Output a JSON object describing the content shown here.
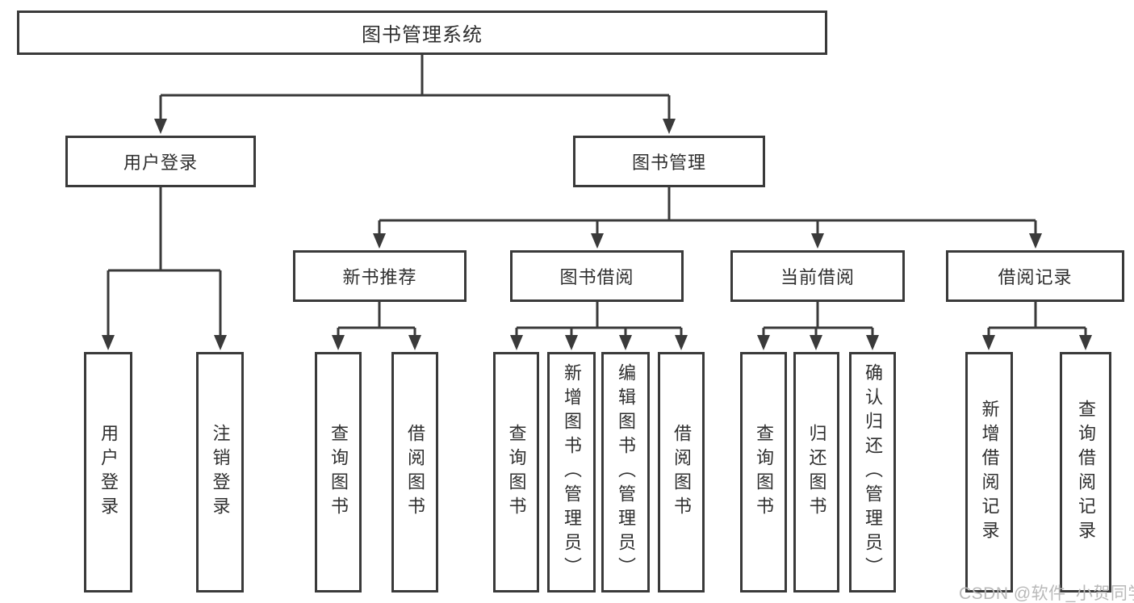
{
  "diagram": {
    "root": {
      "label": "图书管理系统"
    },
    "level2": {
      "user_login": {
        "label": "用户登录"
      },
      "book_mgmt": {
        "label": "图书管理"
      }
    },
    "level3": {
      "new_book_rec": {
        "label": "新书推荐"
      },
      "book_borrow": {
        "label": "图书借阅"
      },
      "current_borrow": {
        "label": "当前借阅"
      },
      "borrow_records": {
        "label": "借阅记录"
      }
    },
    "leaves": {
      "user_login": [
        "用户登录",
        "注销登录"
      ],
      "new_book_rec": [
        "查询图书",
        "借阅图书"
      ],
      "book_borrow": [
        "查询图书",
        "新增图书（管理员）",
        "编辑图书（管理员）",
        "借阅图书"
      ],
      "current_borrow": [
        "查询图书",
        "归还图书",
        "确认归还（管理员）"
      ],
      "borrow_records": [
        "新增借阅记录",
        "查询借阅记录"
      ]
    }
  },
  "watermark": {
    "text": "CSDN @软件_小贺同学"
  },
  "colors": {
    "line": "#3a3a3a",
    "border": "#3a3a3a",
    "text": "#2f2f2f",
    "watermark": "#b9b9b9",
    "background": "#ffffff"
  }
}
